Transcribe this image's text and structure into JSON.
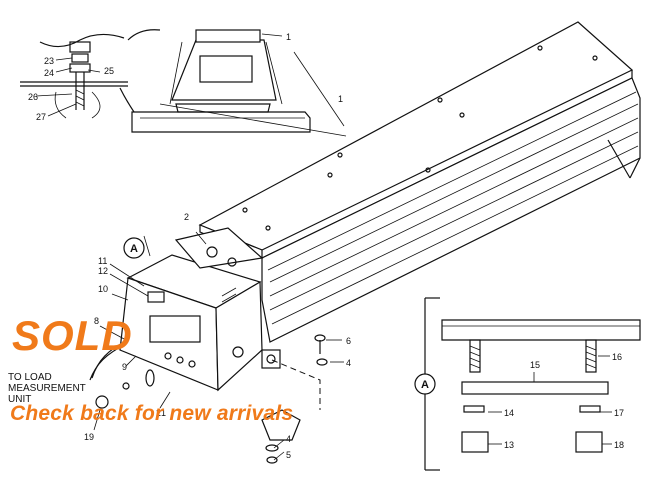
{
  "overlay": {
    "sold": "SOLD",
    "arrivals": "Check  back for new  arrivals"
  },
  "load_note": [
    "TO LOAD",
    "MEASUREMENT",
    "UNIT"
  ],
  "callouts": {
    "c1a": "1",
    "c1b": "1",
    "c2": "2",
    "c4a": "4",
    "c4b": "4",
    "c5": "5",
    "c6": "6",
    "c8": "8",
    "c9": "9",
    "c10": "10",
    "c11": "11",
    "c12": "12",
    "c13": "13",
    "c14": "14",
    "c15": "15",
    "c16": "16",
    "c17": "17",
    "c18": "18",
    "c19": "19",
    "c21": "21",
    "c23": "23",
    "c24": "24",
    "c25": "25",
    "c26": "26",
    "c27": "27",
    "detailA1": "A",
    "detailA2": "A"
  }
}
